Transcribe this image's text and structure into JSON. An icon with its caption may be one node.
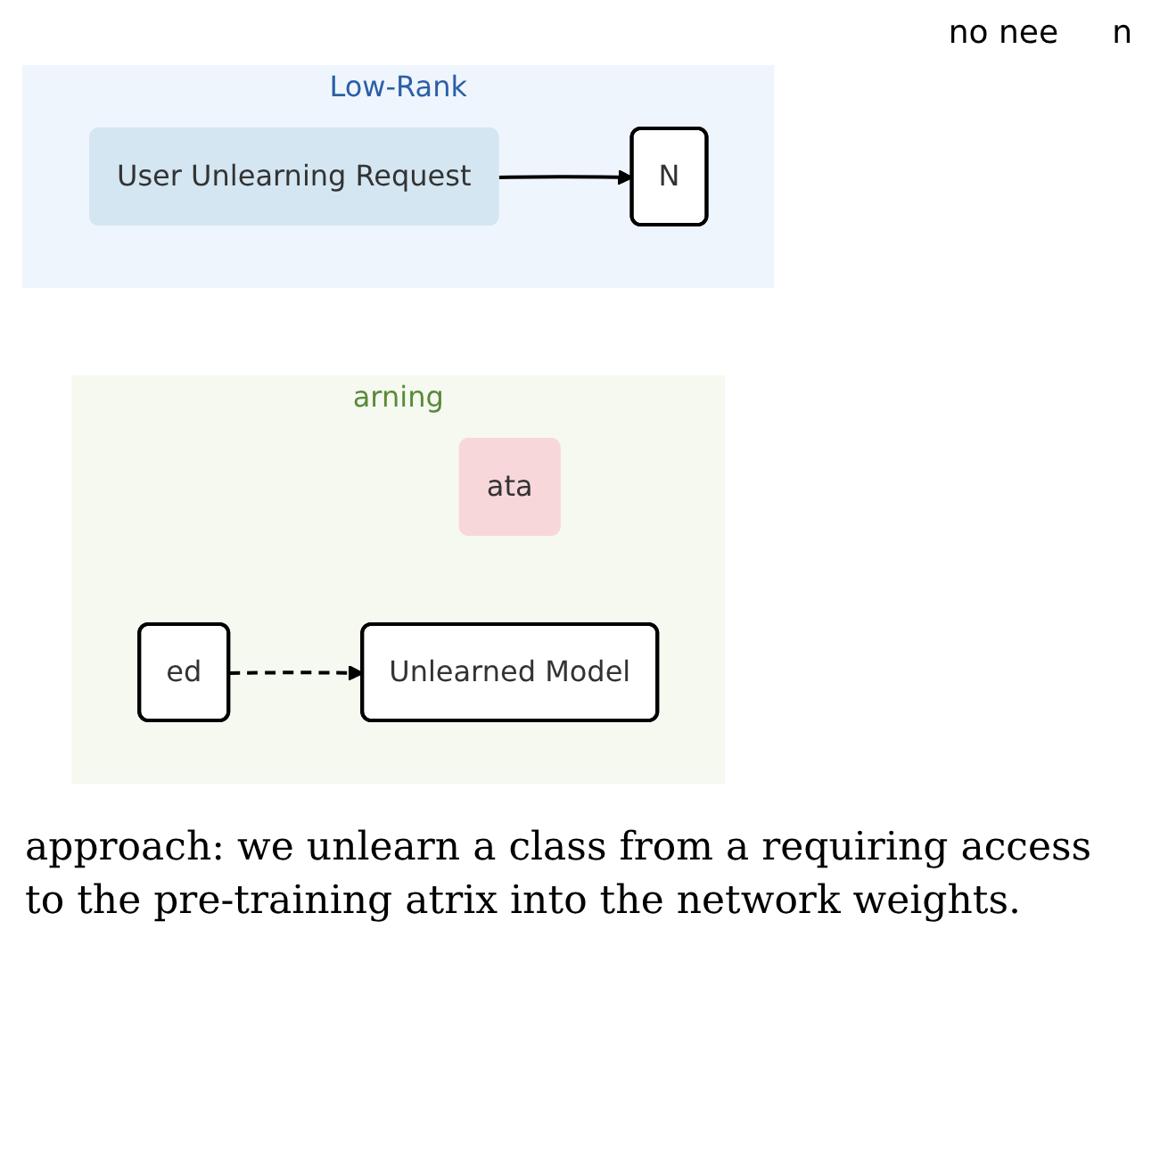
{
  "diagram": {
    "caption": "approach: we unlearn a class from a requiring access to the pre-training atrix into the network weights.",
    "nodes": [
      {
        "text": [
          "arning"
        ]
      },
      {
        "text": [
          "ata"
        ],
        "in": 0
      },
      {
        "text": [
          "ed"
        ],
        "in": 0
      },
      {
        "text": [
          "Unlearned Model"
        ],
        "in": 0
      },
      {
        "text": [
          "Low-Rank"
        ]
      },
      {
        "text": [
          "User Unlearning Request"
        ],
        "in": 4
      },
      {
        "text": [
          "N"
        ],
        "in": 4
      }
    ],
    "edges": [
      {
        "from": 2,
        "to": 3,
        "arrow": "to",
        "style": "dashed"
      },
      {
        "from": 5,
        "to": 6,
        "arrow": "to"
      }
    ],
    "labels": [
      "no nee",
      "n"
    ]
  }
}
